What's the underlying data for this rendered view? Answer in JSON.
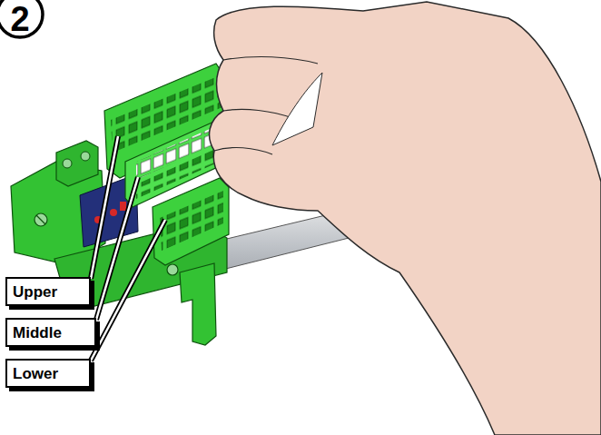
{
  "diagram": {
    "nodes": [
      {
        "text": [
          "2"
        ]
      },
      {
        "text": [
          "Upper"
        ]
      },
      {
        "text": [
          "Middle"
        ]
      },
      {
        "text": [
          "Lower"
        ]
      }
    ]
  }
}
